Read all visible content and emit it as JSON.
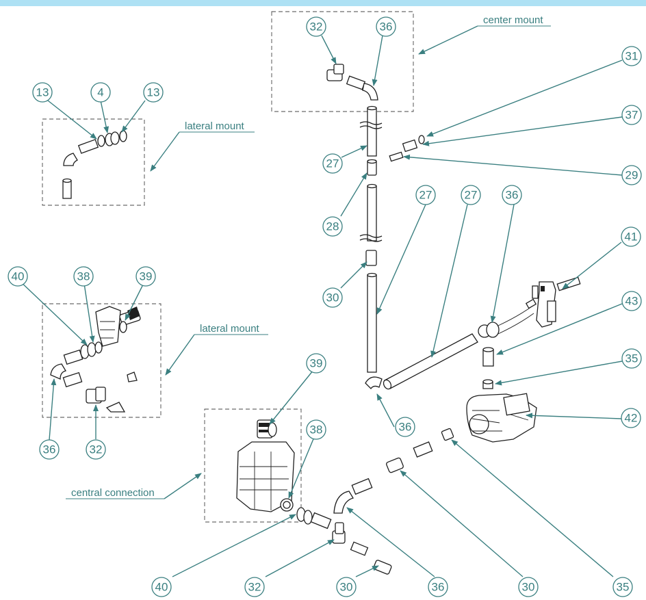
{
  "labels": {
    "center_mount": "center mount",
    "lateral_mount_1": "lateral mount",
    "lateral_mount_2": "lateral mount",
    "central_connection": "central connection"
  },
  "balloons": {
    "b13a": "13",
    "b4": "4",
    "b13b": "13",
    "b32t": "32",
    "b36t": "36",
    "b31": "31",
    "b37": "37",
    "b29": "29",
    "b27a": "27",
    "b28": "28",
    "b27b": "27",
    "b27c": "27",
    "b36m": "36",
    "b41": "41",
    "b43": "43",
    "b35r": "35",
    "b42": "42",
    "b30a": "30",
    "b36v": "36",
    "b40l": "40",
    "b38l": "38",
    "b39l": "39",
    "b36l": "36",
    "b32l": "32",
    "b39c": "39",
    "b38c": "38",
    "b40b": "40",
    "b32b": "32",
    "b30b": "30",
    "b36b": "36",
    "b30c": "30",
    "b35b": "35"
  },
  "colors": {
    "accent": "#3a7f80",
    "top_bar": "#aee1f4",
    "line": "#1f1f1f"
  }
}
